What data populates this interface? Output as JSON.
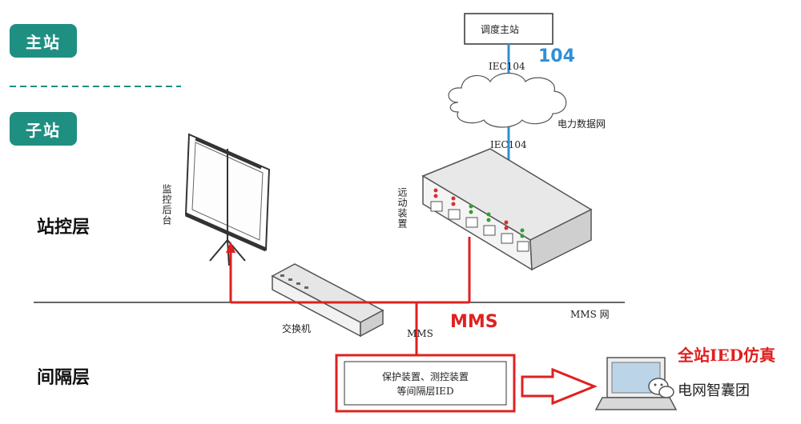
{
  "left_labels": {
    "master_station": "主站",
    "sub_station": "子站",
    "station_control_layer": "站控层",
    "bay_layer": "间隔层"
  },
  "top": {
    "dispatch_master": "调度主站",
    "protocol_104_big": "104",
    "iec104_top": "IEC104",
    "power_network": "电力数据网",
    "iec104_bottom": "IEC104"
  },
  "devices": {
    "telecontrol": "远动装置",
    "monitor_backend": "监控后台",
    "switch": "交换机"
  },
  "network": {
    "mms_network": "MMS 网",
    "mms_small": "MMS",
    "mms_big": "MMS"
  },
  "bay_box": {
    "line1": "保护装置、测控装置",
    "line2": "等间隔层IED"
  },
  "right": {
    "full_station_sim": "全站IED仿真",
    "watermark": "电网智囊团"
  },
  "colors": {
    "teal": "#1f8f82",
    "red": "#e02020",
    "blue": "#2f8fd6",
    "dark": "#333333"
  }
}
